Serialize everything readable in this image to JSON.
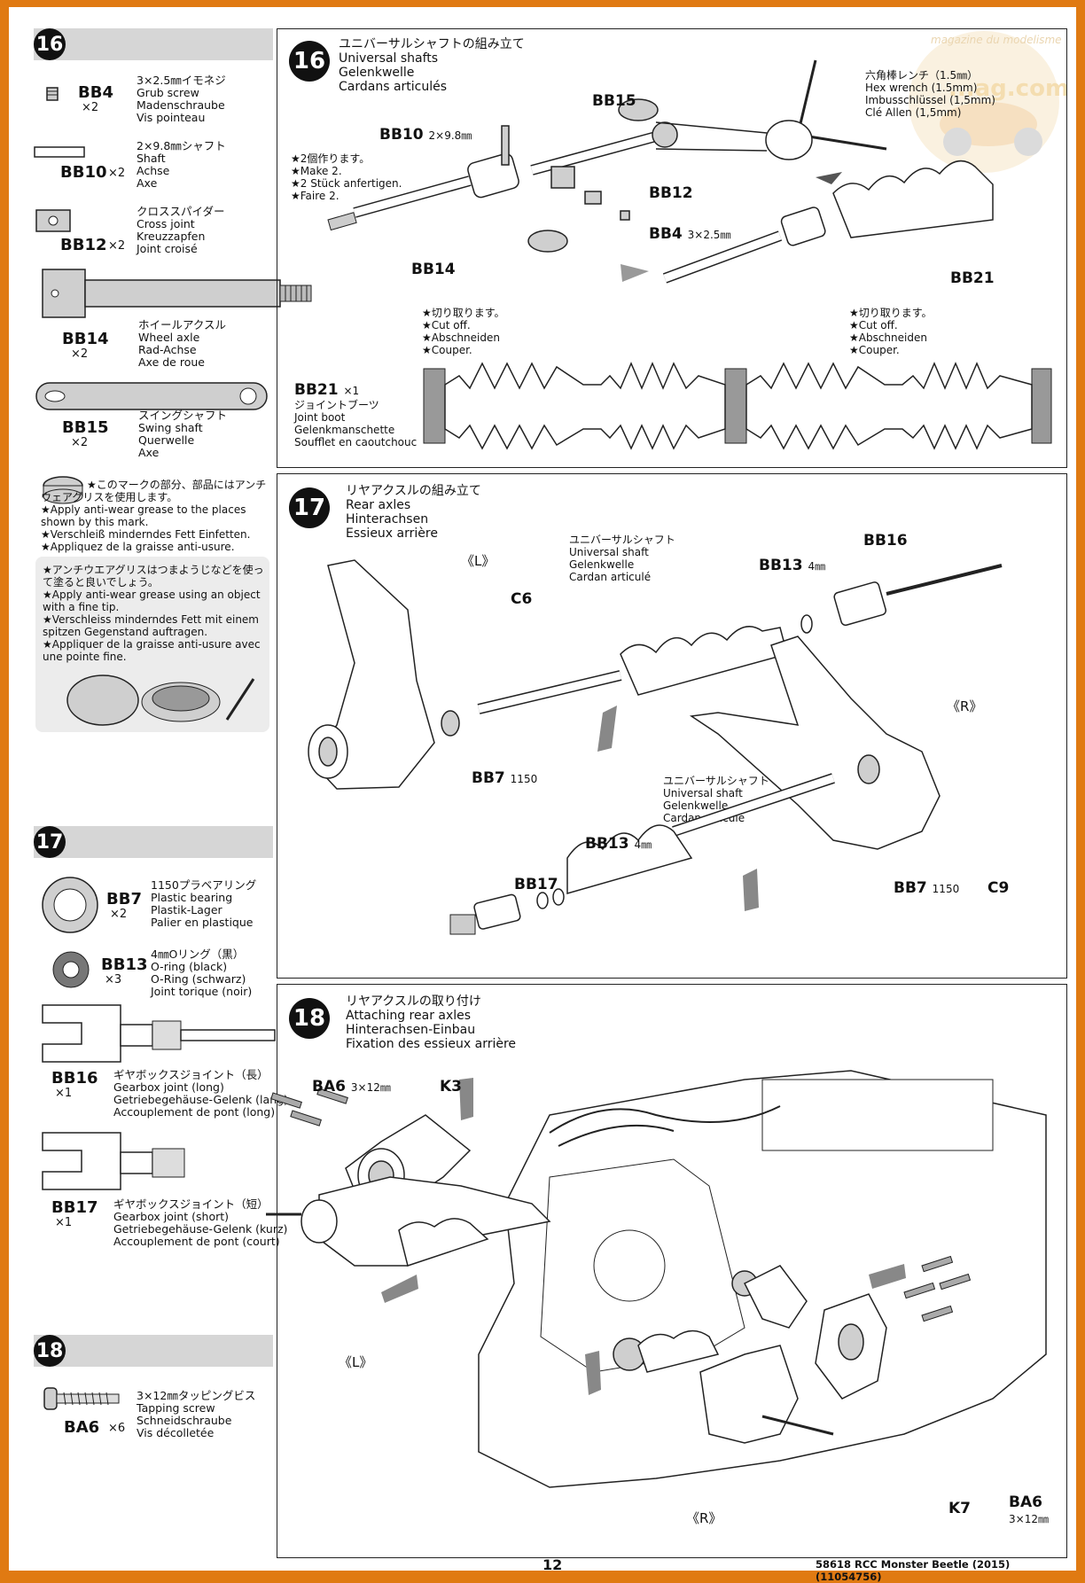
{
  "watermark": {
    "text": "magazine du modelisme",
    "logo": "...ag.com"
  },
  "left": {
    "s16": {
      "num": "16"
    },
    "bb4": {
      "code": "BB4",
      "qty": "×2",
      "desc": "3×2.5㎜イモネジ\nGrub screw\nMadenschraube\nVis pointeau"
    },
    "bb10": {
      "code": "BB10",
      "qty": "×2",
      "desc": "2×9.8㎜シャフト\nShaft\nAchse\nAxe"
    },
    "bb12": {
      "code": "BB12",
      "qty": "×2",
      "desc": "クロススパイダー\nCross joint\nKreuzzapfen\nJoint croisé"
    },
    "bb14": {
      "code": "BB14",
      "qty": "×2",
      "desc": "ホイールアクスル\nWheel axle\nRad-Achse\nAxe de roue"
    },
    "bb15": {
      "code": "BB15",
      "qty": "×2",
      "desc": "スイングシャフト\nSwing shaft\nQuerwelle\nAxe"
    },
    "grease_mark": "★このマークの部分、部品にはアンチウェアグリスを使用します。\n★Apply anti-wear grease to the places shown by this mark.\n★Verschleiß minderndes Fett Einfetten.\n★Appliquez de la graisse anti-usure.",
    "grease_tip": "★アンチウエアグリスはつまようじなどを使って塗ると良いでしょう。\n★Apply anti-wear grease using an object with a fine tip.\n★Verschleiss minderndes Fett mit einem spitzen Gegenstand auftragen.\n★Appliquer de la graisse anti-usure avec une pointe fine.",
    "s17": {
      "num": "17"
    },
    "bb7": {
      "code": "BB7",
      "qty": "×2",
      "desc": "1150プラベアリング\nPlastic bearing\nPlastik-Lager\nPalier en plastique"
    },
    "bb13": {
      "code": "BB13",
      "qty": "×3",
      "desc": "4㎜Oリング（黒）\nO-ring (black)\nO-Ring (schwarz)\nJoint torique (noir)"
    },
    "bb16": {
      "code": "BB16",
      "qty": "×1",
      "desc": "ギヤボックスジョイント（長）\nGearbox joint (long)\nGetriebegehäuse-Gelenk (lang)\nAccouplement de pont (long)"
    },
    "bb17": {
      "code": "BB17",
      "qty": "×1",
      "desc": "ギヤボックスジョイント（短）\nGearbox joint (short)\nGetriebegehäuse-Gelenk (kurz)\nAccouplement de pont (court)"
    },
    "s18": {
      "num": "18"
    },
    "ba6": {
      "code": "BA6",
      "qty": "×6",
      "desc": "3×12㎜タッピングビス\nTapping screw\nSchneidschraube\nVis décolletée"
    }
  },
  "step16": {
    "num": "16",
    "title": "ユニバーサルシャフトの組み立て\nUniversal shafts\nGelenkwelle\nCardans articulés",
    "make2": "★2個作ります。\n★Make 2.\n★2 Stück anfertigen.\n★Faire 2.",
    "wrench": "六角棒レンチ（1.5㎜）\nHex wrench (1.5mm)\nImbusschlüssel (1,5mm)\nClé Allen (1,5mm)",
    "bb15": "BB15",
    "bb10": "BB10",
    "bb10_size": "2×9.8㎜",
    "bb12": "BB12",
    "bb4": "BB4",
    "bb4_size": "3×2.5㎜",
    "bb14": "BB14",
    "bb21": "BB21",
    "cut_left": "★切り取ります。\n★Cut off.\n★Abschneiden\n★Couper.",
    "cut_right": "★切り取ります。\n★Cut off.\n★Abschneiden\n★Couper.",
    "bb21_label": "BB21",
    "bb21_qty": "×1",
    "bb21_desc": "ジョイントブーツ\nJoint boot\nGelenkmanschette\nSoufflet en caoutchouc"
  },
  "step17": {
    "num": "17",
    "title": "リヤアクスルの組み立て\nRear axles\nHinterachsen\nEssieux arrière",
    "left_mark": "《L》",
    "right_mark": "《R》",
    "c6": "C6",
    "c9": "C9",
    "ushaft": "ユニバーサルシャフト\nUniversal shaft\nGelenkwelle\nCardan articulé",
    "ushaft2": "ユニバーサルシャフト\nUniversal shaft\nGelenkwelle\nCardan articulé",
    "bb13a": "BB13",
    "bb13a_size": "4㎜",
    "bb16": "BB16",
    "bb7a": "BB7",
    "bb7a_size": "1150",
    "bb13b": "BB13",
    "bb13b_size": "4㎜",
    "bb17": "BB17",
    "bb7b": "BB7",
    "bb7b_size": "1150"
  },
  "step18": {
    "num": "18",
    "title": "リヤアクスルの取り付け\nAttaching rear axles\nHinterachsen-Einbau\nFixation des essieux arrière",
    "ba6a": "BA6",
    "ba6a_size": "3×12㎜",
    "k3": "K3",
    "left_mark": "《L》",
    "right_mark": "《R》",
    "k7": "K7",
    "ba6b": "BA6",
    "ba6b_size": "3×12㎜"
  },
  "footer": {
    "page": "12",
    "product": "58618 RCC Monster Beetle (2015) (11054756)"
  }
}
